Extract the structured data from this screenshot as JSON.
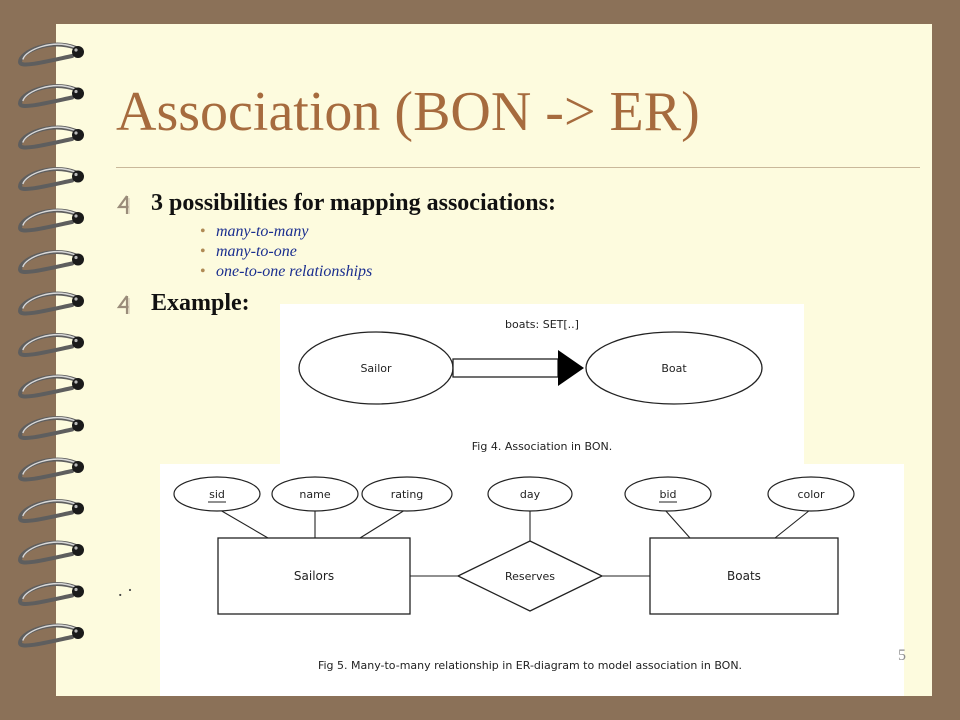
{
  "slide": {
    "title": "Association (BON -> ER)",
    "bullets": [
      {
        "text": "3 possibilities for mapping associations:",
        "sub_items": [
          "many-to-many",
          "many-to-one",
          "one-to-one relationships"
        ]
      },
      {
        "text": "Example:",
        "sub_items": []
      }
    ],
    "page_number": "5",
    "stray_marks": ". ·"
  },
  "figure_bon": {
    "label_top": "boats: SET[..]",
    "left_class": "Sailor",
    "right_class": "Boat",
    "caption": "Fig 4.  Association in BON."
  },
  "figure_er": {
    "entities": [
      "Sailors",
      "Boats"
    ],
    "relationship": "Reserves",
    "attributes": {
      "sailors": [
        "sid",
        "name",
        "rating"
      ],
      "reserves": [
        "day"
      ],
      "boats": [
        "bid",
        "color"
      ]
    },
    "caption": "Fig 5. Many-to-many relationship in ER-diagram to model association in BON."
  },
  "colors": {
    "frame": "#8b7158",
    "slide_background": "#fdfbde",
    "title": "#a66b3e",
    "sub_text": "#1a2e8f",
    "bullet_icon": "#9a8c7a"
  }
}
